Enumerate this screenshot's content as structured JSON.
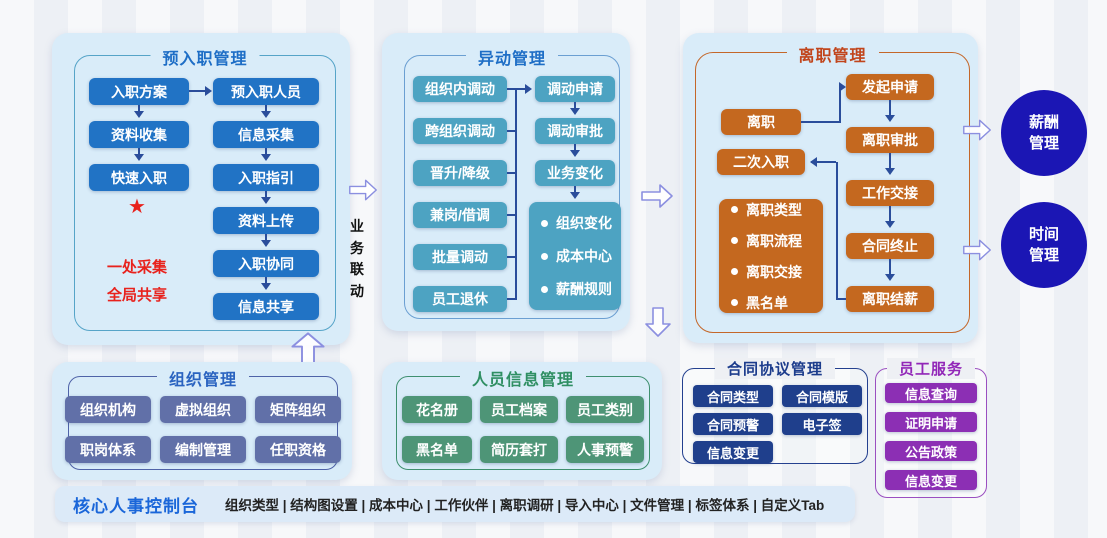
{
  "panels": {
    "pre": {
      "title": "预入职管理",
      "left": [
        "入职方案",
        "资料收集",
        "快速入职"
      ],
      "right": [
        "预入职人员",
        "信息采集",
        "入职指引",
        "资料上传",
        "入职协同",
        "信息共享"
      ],
      "star": "★",
      "note_line1": "一处采集",
      "note_line2": "全局共享"
    },
    "transfer": {
      "title": "异动管理",
      "left": [
        "组织内调动",
        "跨组织调动",
        "晋升/降级",
        "兼岗/借调",
        "批量调动",
        "员工退休"
      ],
      "flow": [
        "调动申请",
        "调动审批",
        "业务变化"
      ],
      "bullets": [
        "组织变化",
        "成本中心",
        "薪酬规则"
      ]
    },
    "resign": {
      "title": "离职管理",
      "node_resign": "离职",
      "node_rehire": "二次入职",
      "bullets": [
        "离职类型",
        "离职流程",
        "离职交接",
        "黑名单"
      ],
      "flow": [
        "发起申请",
        "离职审批",
        "工作交接",
        "合同终止",
        "离职结薪"
      ]
    },
    "org": {
      "title": "组织管理",
      "items": [
        "组织机构",
        "虚拟组织",
        "矩阵组织",
        "职岗体系",
        "编制管理",
        "任职资格"
      ]
    },
    "people": {
      "title": "人员信息管理",
      "items": [
        "花名册",
        "员工档案",
        "员工类别",
        "黑名单",
        "简历套打",
        "人事预警"
      ]
    },
    "contract": {
      "title": "合同协议管理",
      "items": [
        "合同类型",
        "合同模版",
        "合同预警",
        "电子签",
        "信息变更"
      ]
    },
    "service": {
      "title": "员工服务",
      "items": [
        "信息查询",
        "证明申请",
        "公告政策",
        "信息变更"
      ]
    }
  },
  "circles": [
    {
      "label": "薪酬管理"
    },
    {
      "label": "时间管理"
    }
  ],
  "connectors": {
    "linkage_label": "业务联动"
  },
  "console": {
    "title": "核心人事控制台",
    "items": [
      "组织类型",
      "结构图设置",
      "成本中心",
      "工作伙伴",
      "离职调研",
      "导入中心",
      "文件管理",
      "标签体系",
      "自定义Tab"
    ],
    "separator": " | "
  },
  "colors": {
    "pre_accent": "#2173c5",
    "transfer_accent": "#4da3c2",
    "resign_accent": "#c4681f",
    "org_accent": "#6170a8",
    "people_accent": "#4e9577",
    "contract_accent": "#1f3f8c",
    "service_accent": "#8c2fb4",
    "circle_fill": "#1b16b4",
    "highlight_red": "#e8221d",
    "console_title_blue": "#1a66d9",
    "panel_bg": "#d9ecf9",
    "connector_navy": "#2a4d9b",
    "hollow_arrow_outline": "#8b8fe0"
  }
}
